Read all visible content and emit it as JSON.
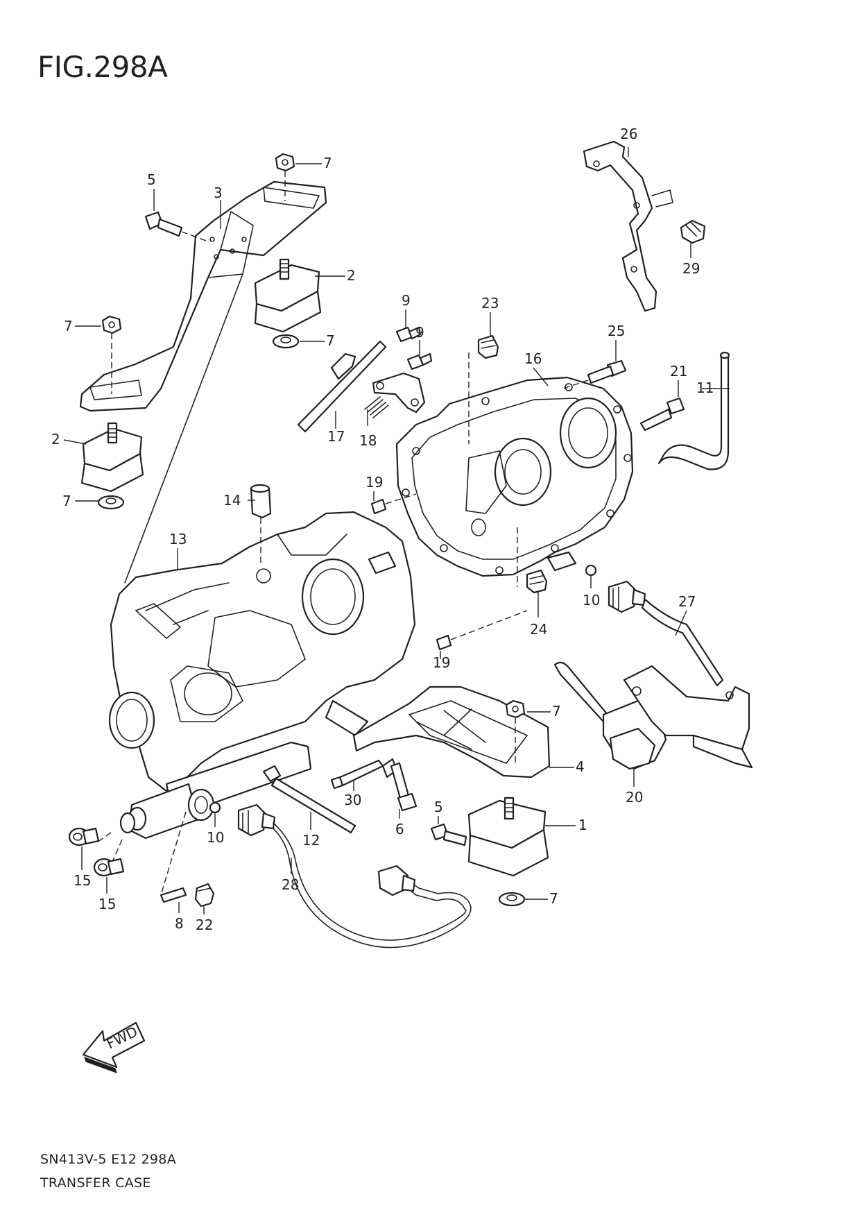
{
  "figure_title": "FIG.298A",
  "footer": {
    "model_code": "SN413V-5 E12 298A",
    "section_name": "TRANSFER CASE"
  },
  "fwd_label": "FWD",
  "callouts": {
    "c1": "1",
    "c2a": "2",
    "c2b": "2",
    "c3": "3",
    "c4": "4",
    "c5a": "5",
    "c5b": "5",
    "c6": "6",
    "c7a": "7",
    "c7b": "7",
    "c7c": "7",
    "c7d": "7",
    "c7e": "7",
    "c7f": "7",
    "c8": "8",
    "c9a": "9",
    "c9b": "9",
    "c10a": "10",
    "c10b": "10",
    "c11": "11",
    "c12": "12",
    "c13": "13",
    "c14": "14",
    "c15a": "15",
    "c15b": "15",
    "c16": "16",
    "c17": "17",
    "c18": "18",
    "c19a": "19",
    "c19b": "19",
    "c20": "20",
    "c21": "21",
    "c22": "22",
    "c23": "23",
    "c24": "24",
    "c25": "25",
    "c26": "26",
    "c27": "27",
    "c28": "28",
    "c29": "29",
    "c30": "30"
  }
}
